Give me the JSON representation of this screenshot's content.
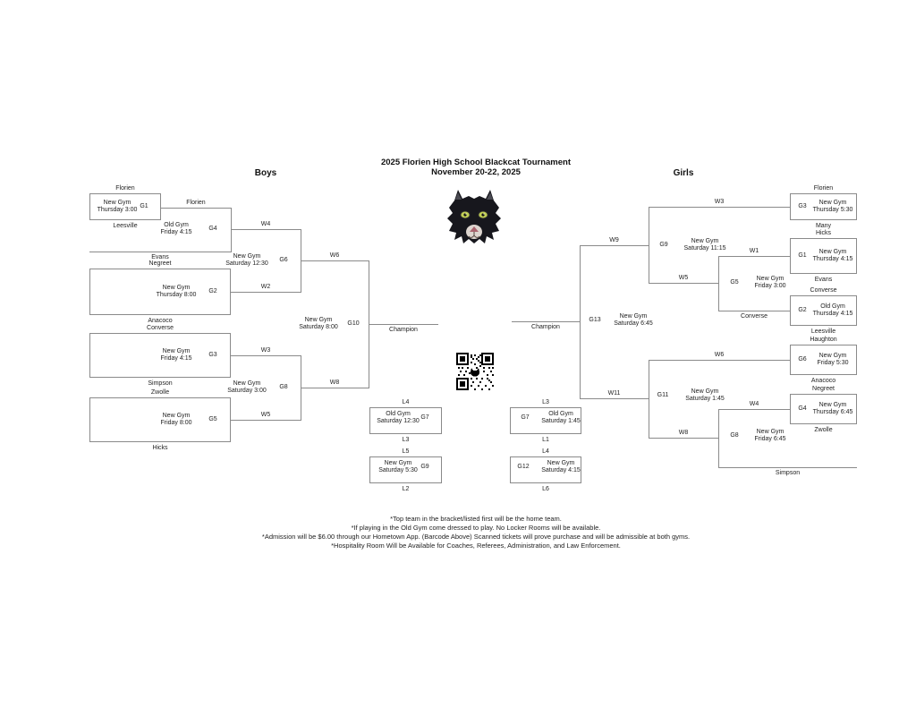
{
  "title": {
    "line1": "2025 Florien High School Blackcat Tournament",
    "line2": "November 20-22, 2025"
  },
  "headers": {
    "boys": "Boys",
    "girls": "Girls"
  },
  "champion_label": "Champion",
  "icons": {
    "mascot": "blackcat-head",
    "qr": "ticket-barcode"
  },
  "boys": {
    "g1": {
      "top": "Florien",
      "bottom": "Leesville",
      "venue": "New Gym",
      "time": "Thursday 3:00",
      "num": "G1"
    },
    "g2": {
      "top": "Negreet",
      "bottom": "Anacoco",
      "venue": "New Gym",
      "time": "Thursday 8:00",
      "num": "G2"
    },
    "g3": {
      "top": "Converse",
      "bottom": "Simpson",
      "venue": "New Gym",
      "time": "Friday 4:15",
      "num": "G3"
    },
    "g5": {
      "top": "Zwolle",
      "bottom": "Hicks",
      "venue": "New Gym",
      "time": "Friday 8:00",
      "num": "G5"
    },
    "g4": {
      "top": "Florien",
      "bottom": "Evans",
      "venue": "Old Gym",
      "time": "Friday 4:15",
      "num": "G4"
    },
    "g6": {
      "top": "W4",
      "bottom": "W2",
      "venue": "New Gym",
      "time": "Saturday 12:30",
      "num": "G6",
      "out": "W6"
    },
    "g8": {
      "top": "W3",
      "bottom": "W5",
      "venue": "New Gym",
      "time": "Saturday 3:00",
      "num": "G8",
      "out": "W8"
    },
    "g10": {
      "venue": "New Gym",
      "time": "Saturday 8:00",
      "num": "G10"
    },
    "g7": {
      "top": "L4",
      "bottom": "L3",
      "venue": "Old Gym",
      "time": "Saturday 12:30",
      "num": "G7"
    },
    "g9": {
      "top": "L5",
      "bottom": "L2",
      "venue": "New Gym",
      "time": "Saturday 5:30",
      "num": "G9"
    }
  },
  "girls": {
    "g3": {
      "top": "Florien",
      "bottom": "Many",
      "venue": "New Gym",
      "time": "Thursday 5:30",
      "num": "G3"
    },
    "g1": {
      "top": "Hicks",
      "bottom": "Evans",
      "venue": "New Gym",
      "time": "Thursday 4:15",
      "num": "G1",
      "out": "W1"
    },
    "g2": {
      "top": "Converse",
      "bottom": "Leesville",
      "venue": "Old Gym",
      "time": "Thursday 4:15",
      "num": "G2"
    },
    "g5": {
      "top": "W1",
      "bottom": "Converse",
      "venue": "New Gym",
      "time": "Friday 3:00",
      "num": "G5",
      "out": "W5"
    },
    "g9": {
      "top": "W3",
      "bottom": "W5",
      "venue": "New Gym",
      "time": "Saturday 11:15",
      "num": "G9",
      "out": "W9"
    },
    "g6": {
      "top": "Haughton",
      "bottom": "Anacoco",
      "venue": "New Gym",
      "time": "Friday 5:30",
      "num": "G6",
      "out": "W6"
    },
    "g4": {
      "top": "Negreet",
      "bottom": "Zwolle",
      "venue": "New Gym",
      "time": "Thursday 6:45",
      "num": "G4",
      "out": "W4"
    },
    "g8": {
      "top": "W4",
      "bottom": "Simpson",
      "venue": "New Gym",
      "time": "Friday 6:45",
      "num": "G8",
      "out": "W8"
    },
    "g11": {
      "venue": "New Gym",
      "time": "Saturday 1:45",
      "num": "G11",
      "out": "W11"
    },
    "g13": {
      "venue": "New Gym",
      "time": "Saturday 6:45",
      "num": "G13"
    },
    "g7": {
      "top": "L3",
      "bottom": "L1",
      "venue": "Old Gym",
      "time": "Saturday 1:45",
      "num": "G7"
    },
    "g12": {
      "top": "L4",
      "bottom": "L6",
      "venue": "New Gym",
      "time": "Saturday 4:15",
      "num": "G12"
    }
  },
  "notes": [
    "*Top team in the bracket/listed first will be the home team.",
    "*If playing in the Old Gym come dressed to play. No Locker Rooms will be available.",
    "*Admission will be $6.00 through our Hometown App. (Barcode Above) Scanned tickets will prove purchase and will be admissible at both gyms.",
    "*Hospitality Room Will be Available for Coaches, Referees, Administration, and Law Enforcement."
  ]
}
